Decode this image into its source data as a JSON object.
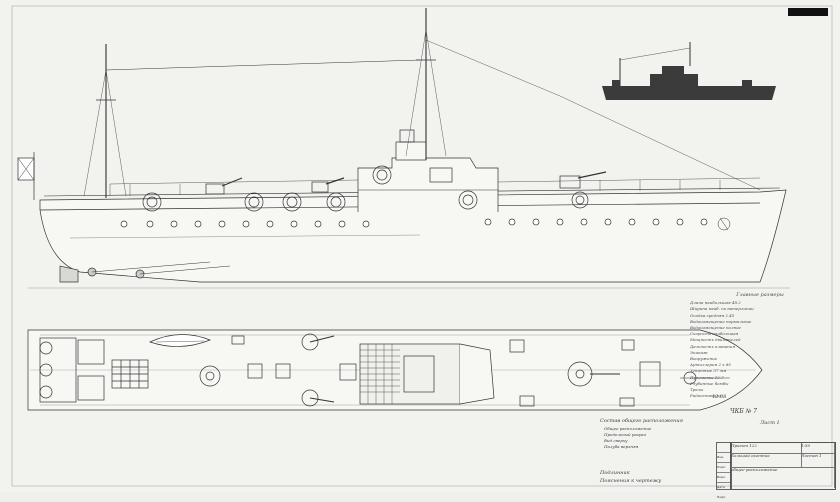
{
  "sheet": {
    "redacted_text": "",
    "legend_title": "Главные размеры",
    "composition_title": "Состав общего расположения",
    "notes": [
      "Длина наибольшая 48.2",
      "Ширина наиб. по ватерлинии",
      "Осадка средняя 2.45",
      "Водоизмещение нормальное",
      "Водоизмещение полное",
      "Скорость наибольшая",
      "Мощность двигателей",
      "Дальность плавания",
      "Экипаж",
      "Вооружение",
      "Артиллерия 2 x 85",
      "Зенитные 37 мм",
      "Пулеметы 12.7",
      "Глубинные бомбы",
      "Тралы",
      "Радиостанция"
    ],
    "composition_lines": [
      "Общее расположение",
      "Продольный разрез",
      "Вид сверху",
      "Палуба верхняя"
    ],
    "stamp_text": "Подлинник",
    "bottom_label": "Пояснения к чертежу",
    "right_sign": "ЧКБ № 7",
    "date_text": "12.08",
    "sheet_num": "Лист 1",
    "title_block": {
      "project": "Проект 122",
      "name": "Большой охотник",
      "sheet": "общее расположение",
      "scale": "1:50",
      "sheets": "Листов 1"
    },
    "left_stamps": [
      "Инв.",
      "Подп.",
      "Взам.",
      "Дата",
      "Подп."
    ]
  }
}
